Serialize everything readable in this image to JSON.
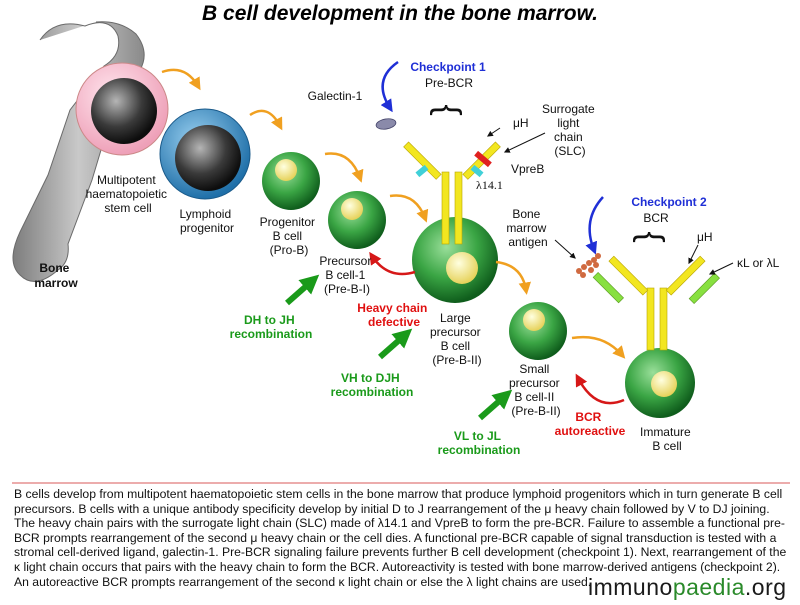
{
  "title": "B cell development in the bone marrow.",
  "labels": {
    "bone_marrow": [
      "Bone",
      "marrow"
    ],
    "stem_cell": [
      "Multipotent",
      "haematopoietic",
      "stem cell"
    ],
    "lymphoid": [
      "Lymphoid",
      "progenitor"
    ],
    "progenitor": [
      "Progenitor",
      "B cell",
      "(Pro-B)"
    ],
    "precursor1": [
      "Precursor",
      "B cell-1",
      "(Pre-B-I)"
    ],
    "large_pre": [
      "Large",
      "precursor",
      "B cell",
      "(Pre-B-II)"
    ],
    "small_pre": [
      "Small",
      "precursor",
      "B cell-II",
      "(Pre-B-II)"
    ],
    "immature": [
      "Immature",
      "B cell"
    ],
    "galectin": "Galectin-1",
    "checkpoint1": "Checkpoint 1",
    "prebcr": "Pre-BCR",
    "mu_h_1": "μH",
    "slc": [
      "Surrogate",
      "light",
      "chain",
      "(SLC)"
    ],
    "vpreb": "VpreB",
    "lambda141": "λ14.1",
    "checkpoint2": "Checkpoint 2",
    "bcr": "BCR",
    "mu_h_2": "μH",
    "bm_antigen": [
      "Bone",
      "marrow",
      "antigen"
    ],
    "kappa_lambda": "κL or λL",
    "heavy_defect": [
      "Heavy chain",
      "defective"
    ],
    "bcr_auto": [
      "BCR",
      "autoreactive"
    ],
    "dh_jh": [
      "DH to JH",
      "recombination"
    ],
    "vh_djh": [
      "VH to DJH",
      "recombination"
    ],
    "vl_jl": [
      "VL to JL",
      "recombination"
    ]
  },
  "caption": "B cells develop from multipotent haematopoietic stem cells in the bone marrow that produce lymphoid progenitors which in turn generate B cell precursors. B cells with a unique antibody specificity develop by initial D to J rearrangement of the μ heavy chain followed by V to DJ joining. The heavy chain pairs with the surrogate light chain (SLC) made of λ14.1 and VpreB to form the pre-BCR. Failure to assemble a functional pre-BCR prompts rearrangement of the second μ heavy chain or the cell dies. A functional pre-BCR capable of signal transduction is tested with a stromal cell-derived ligand, galectin-1. Pre-BCR signaling failure prevents further B cell development (checkpoint 1). Next, rearrangement of the κ light chain occurs that pairs with the heavy chain to form the BCR. Autoreactivity is tested with bone marrow-derived antigens (checkpoint 2). An autoreactive BCR prompts rearrangement of the second κ light chain or else the λ light chains are used.",
  "logo": {
    "prefix": "immuno",
    "mid": "paedia",
    "suffix": ".org"
  },
  "colors": {
    "arrow_orange": "#f0a020",
    "arrow_green": "#1a9a1a",
    "arrow_red": "#d61818",
    "arrow_blue": "#1f2fd6",
    "cell_green": "#2f9a3a",
    "heavy_chain": "#f2e620",
    "light_chain": "#88e040",
    "vpreb": "#e02020",
    "lambda_chain": "#40d0d8"
  }
}
